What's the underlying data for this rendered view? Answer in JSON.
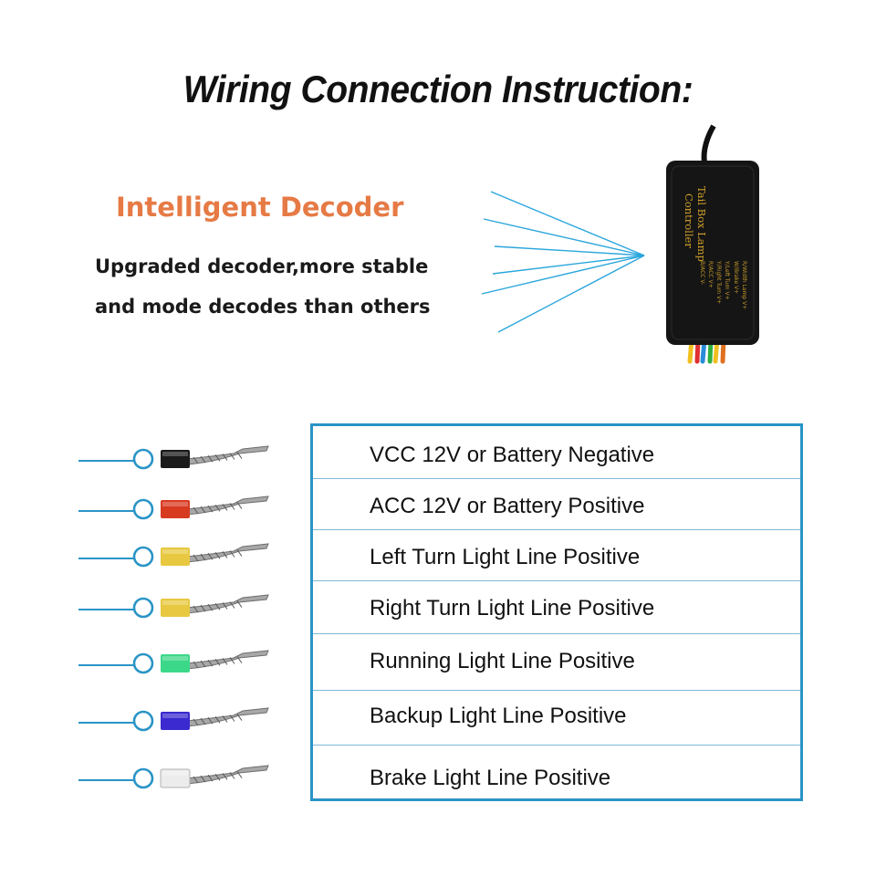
{
  "title": "Wiring Connection Instruction:",
  "decoder": {
    "heading": "Intelligent Decoder",
    "tagline_line1": "Upgraded decoder,more stable",
    "tagline_line2": "and mode decodes than others"
  },
  "controller": {
    "name_line1": "Tail Box Lamp",
    "name_line2": "Controller",
    "pin_labels": [
      "R/Width Lamp V+",
      "W/Brake V+",
      "Y/Left Turn V+",
      "Y/Right Turn V+",
      "R/ACC V+",
      "B/ACC V-"
    ],
    "lead_colors": [
      "#f0c020",
      "#e03030",
      "#2a8cd8",
      "#30b040",
      "#f0c020",
      "#e07020"
    ]
  },
  "colors": {
    "accent_blue": "#2a94c6",
    "heading_orange": "#e67a45"
  },
  "wires": [
    {
      "label": "VCC 12V or Battery Negative",
      "insulation": "#1a1a1a"
    },
    {
      "label": "ACC 12V or Battery Positive",
      "insulation": "#d83a20"
    },
    {
      "label": "Left Turn Light Line Positive",
      "insulation": "#e8c840"
    },
    {
      "label": "Right Turn Light Line Positive",
      "insulation": "#e8c840"
    },
    {
      "label": "Running Light Line Positive",
      "insulation": "#3cd88a"
    },
    {
      "label": "Backup Light Line Positive",
      "insulation": "#3a2ad0"
    },
    {
      "label": "Brake Light Line Positive",
      "insulation": "#ececec"
    }
  ]
}
